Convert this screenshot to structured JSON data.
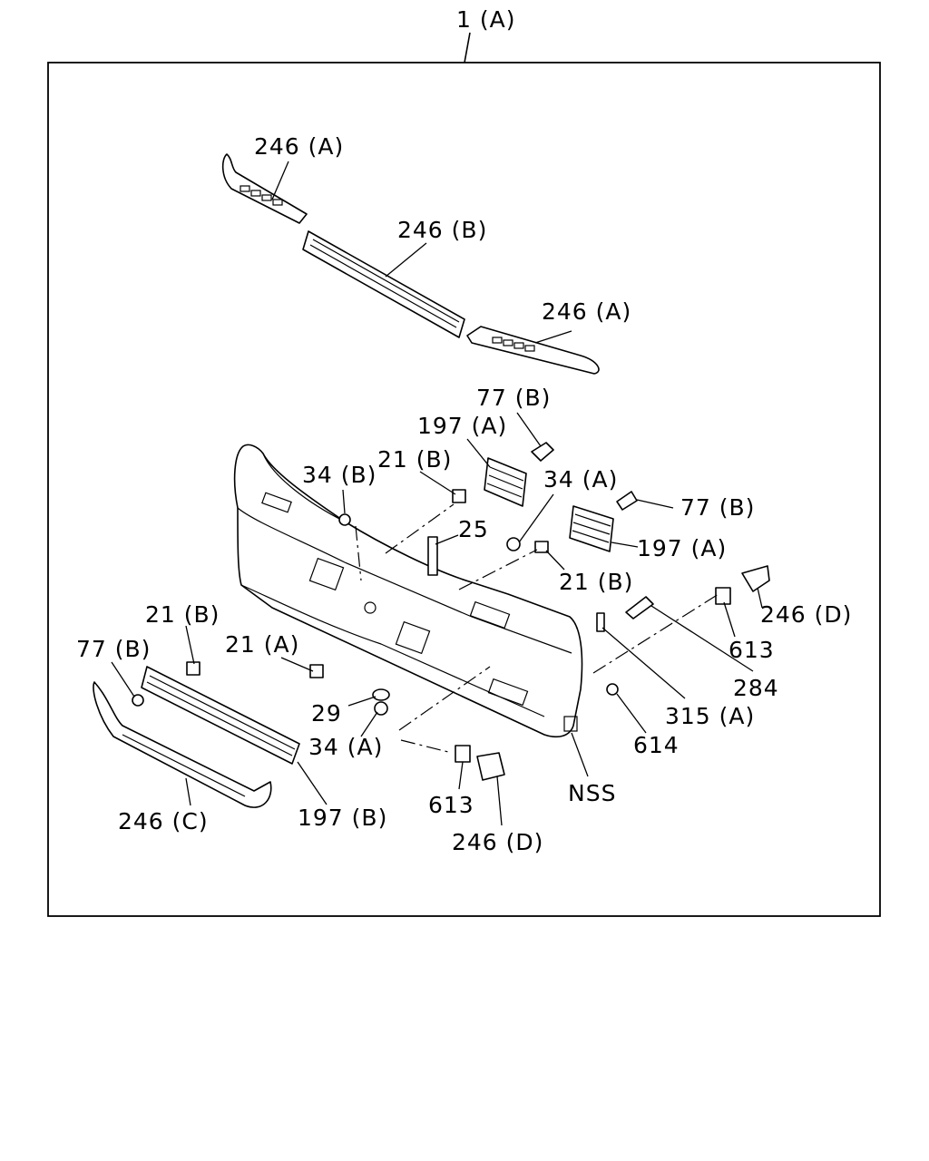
{
  "diagram": {
    "assembly_label": "1 (A)",
    "labels": [
      {
        "id": "l-1a",
        "text": "1 (A)"
      },
      {
        "id": "l-246a-top",
        "text": "246 (A)"
      },
      {
        "id": "l-246b",
        "text": "246 (B)"
      },
      {
        "id": "l-246a-right",
        "text": "246 (A)"
      },
      {
        "id": "l-77b-top",
        "text": "77 (B)"
      },
      {
        "id": "l-197a-top",
        "text": "197 (A)"
      },
      {
        "id": "l-34b",
        "text": "34 (B)"
      },
      {
        "id": "l-21b-top",
        "text": "21 (B)"
      },
      {
        "id": "l-34a-top",
        "text": "34 (A)"
      },
      {
        "id": "l-77b-right",
        "text": "77 (B)"
      },
      {
        "id": "l-25",
        "text": "25"
      },
      {
        "id": "l-197a-right",
        "text": "197 (A)"
      },
      {
        "id": "l-21b-right",
        "text": "21 (B)"
      },
      {
        "id": "l-246d-right",
        "text": "246 (D)"
      },
      {
        "id": "l-21b-left",
        "text": "21 (B)"
      },
      {
        "id": "l-77b-left",
        "text": "77 (B)"
      },
      {
        "id": "l-21a",
        "text": "21 (A)"
      },
      {
        "id": "l-613-right",
        "text": "613"
      },
      {
        "id": "l-284",
        "text": "284"
      },
      {
        "id": "l-29",
        "text": "29"
      },
      {
        "id": "l-315a",
        "text": "315 (A)"
      },
      {
        "id": "l-34a-bottom",
        "text": "34 (A)"
      },
      {
        "id": "l-614",
        "text": "614"
      },
      {
        "id": "l-nss",
        "text": "NSS"
      },
      {
        "id": "l-613-bottom",
        "text": "613"
      },
      {
        "id": "l-246c",
        "text": "246 (C)"
      },
      {
        "id": "l-197b",
        "text": "197 (B)"
      },
      {
        "id": "l-246d-bottom",
        "text": "246 (D)"
      }
    ]
  }
}
